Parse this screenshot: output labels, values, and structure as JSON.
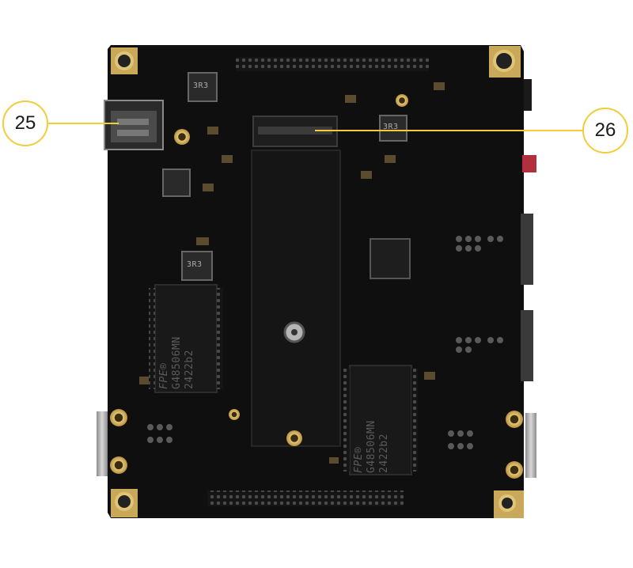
{
  "callouts": [
    {
      "number": "25",
      "target": "tf-card-slot"
    },
    {
      "number": "26",
      "target": "m2-slot"
    }
  ],
  "chips": [
    {
      "brand": "FPE®",
      "part": "G48506MN",
      "code": "2422b2"
    },
    {
      "brand": "FPE®",
      "part": "G48506MN",
      "code": "2422b2"
    }
  ],
  "inductor_marks": [
    "3R3",
    "3R3",
    "3R3"
  ],
  "colors": {
    "board": "#101010",
    "callout_accent": "#f3cc3a",
    "gold_pad": "#c9a85a",
    "connector_silver": "#b9b9b9"
  }
}
